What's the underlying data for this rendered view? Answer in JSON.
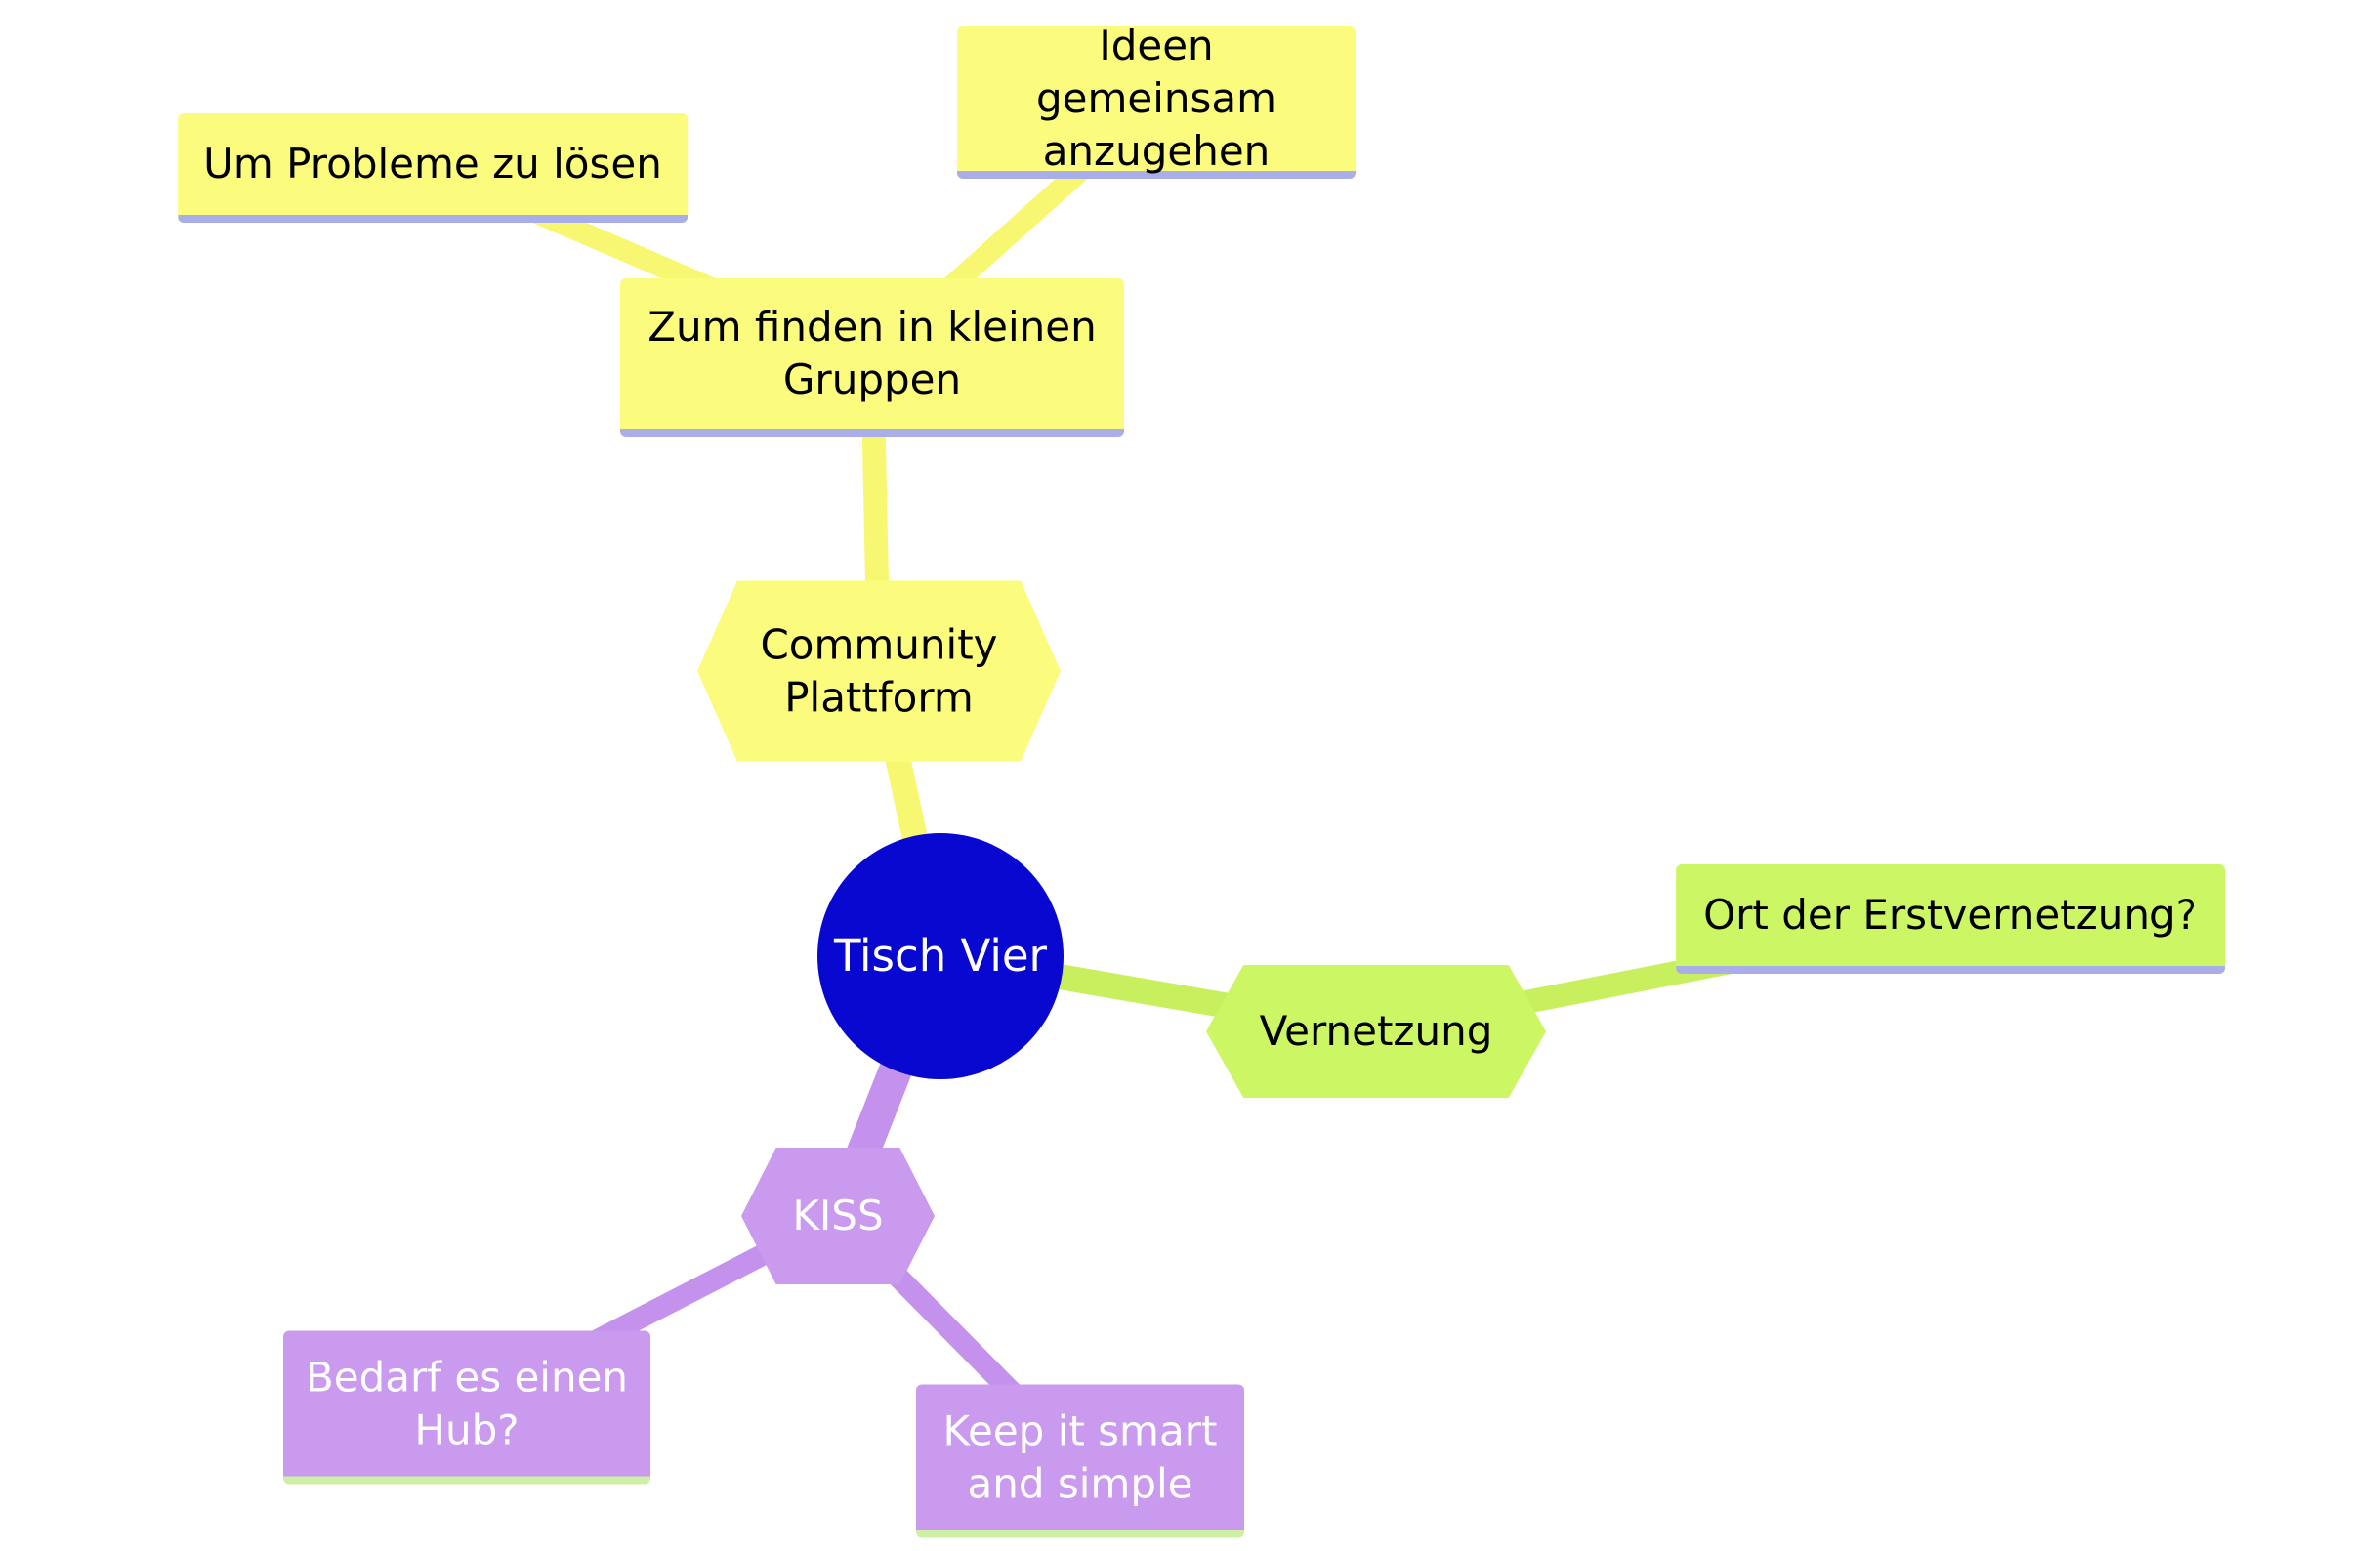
{
  "diagram": {
    "type": "mindmap",
    "root": "Tisch Vier",
    "nodes": {
      "tisch_vier": {
        "label": "Tisch Vier",
        "shape": "circle",
        "fill": "#0808d0",
        "text_color": "#ffffff"
      },
      "community": {
        "label": "Community Plattform",
        "shape": "hexagon",
        "fill": "#fbfb7d",
        "text_color": "#000000"
      },
      "zum_finden": {
        "label": "Zum finden in kleinen Gruppen",
        "shape": "box",
        "fill": "#fbfb7d",
        "text_color": "#000000"
      },
      "um_probleme": {
        "label": "Um Probleme zu lösen",
        "shape": "box",
        "fill": "#fbfb7d",
        "text_color": "#000000"
      },
      "ideen": {
        "label": "Ideen gemeinsam anzugehen",
        "shape": "box",
        "fill": "#fbfb7d",
        "text_color": "#000000"
      },
      "vernetzung": {
        "label": "Vernetzung",
        "shape": "hexagon",
        "fill": "#cdf664",
        "text_color": "#000000"
      },
      "ort": {
        "label": "Ort der Erstvernetzung?",
        "shape": "box",
        "fill": "#cdf664",
        "text_color": "#000000"
      },
      "kiss": {
        "label": "KISS",
        "shape": "hexagon",
        "fill": "#c99aee",
        "text_color": "#ffffff"
      },
      "bedarf": {
        "label": "Bedarf es einen Hub?",
        "shape": "box",
        "fill": "#c99aee",
        "text_color": "#ffffff"
      },
      "keep": {
        "label": "Keep it smart and simple",
        "shape": "box",
        "fill": "#c99aee",
        "text_color": "#ffffff"
      }
    },
    "edges": [
      {
        "from": "tisch_vier",
        "to": "community",
        "color": "#f8f772"
      },
      {
        "from": "community",
        "to": "zum_finden",
        "color": "#f8f772"
      },
      {
        "from": "zum_finden",
        "to": "um_probleme",
        "color": "#f8f772"
      },
      {
        "from": "zum_finden",
        "to": "ideen",
        "color": "#f8f772"
      },
      {
        "from": "tisch_vier",
        "to": "vernetzung",
        "color": "#c8ef5e"
      },
      {
        "from": "vernetzung",
        "to": "ort",
        "color": "#c8ef5e"
      },
      {
        "from": "tisch_vier",
        "to": "kiss",
        "color": "#c491ec"
      },
      {
        "from": "kiss",
        "to": "bedarf",
        "color": "#c491ec"
      },
      {
        "from": "kiss",
        "to": "keep",
        "color": "#c491ec"
      }
    ],
    "colors": {
      "background": "#ffffff",
      "yellow_branch": "#fbfb7d",
      "green_branch": "#cdf664",
      "purple_branch": "#c99aee",
      "center_blue": "#0808d0",
      "underline_lavender": "#a9aee9",
      "underline_pale_green": "#cdf0a4"
    }
  }
}
